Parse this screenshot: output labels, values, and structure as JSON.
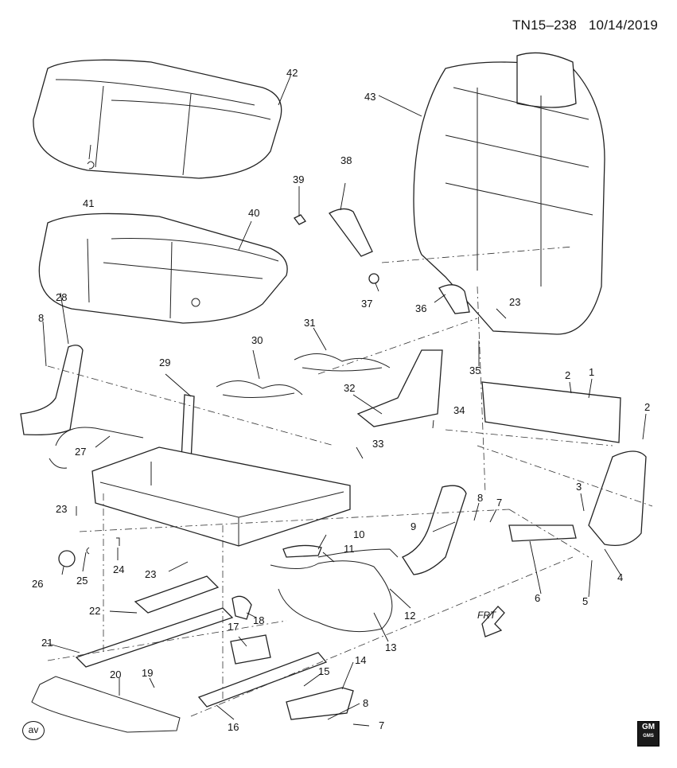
{
  "header": {
    "ref": "TN15–238",
    "date": "10/14/2019"
  },
  "direction_label": "FRT",
  "badge": "av",
  "logo": {
    "text": "GM",
    "sub": "GMS"
  },
  "callouts": [
    "42",
    "41",
    "43",
    "39",
    "38",
    "40",
    "37",
    "36",
    "23",
    "28",
    "8",
    "30",
    "31",
    "35",
    "29",
    "32",
    "2",
    "1",
    "34",
    "2",
    "27",
    "33",
    "3",
    "23",
    "8",
    "7",
    "9",
    "10",
    "4",
    "11",
    "24",
    "25",
    "26",
    "23",
    "6",
    "12",
    "5",
    "18",
    "22",
    "17",
    "13",
    "21",
    "15",
    "14",
    "19",
    "20",
    "8",
    "7",
    "16"
  ]
}
